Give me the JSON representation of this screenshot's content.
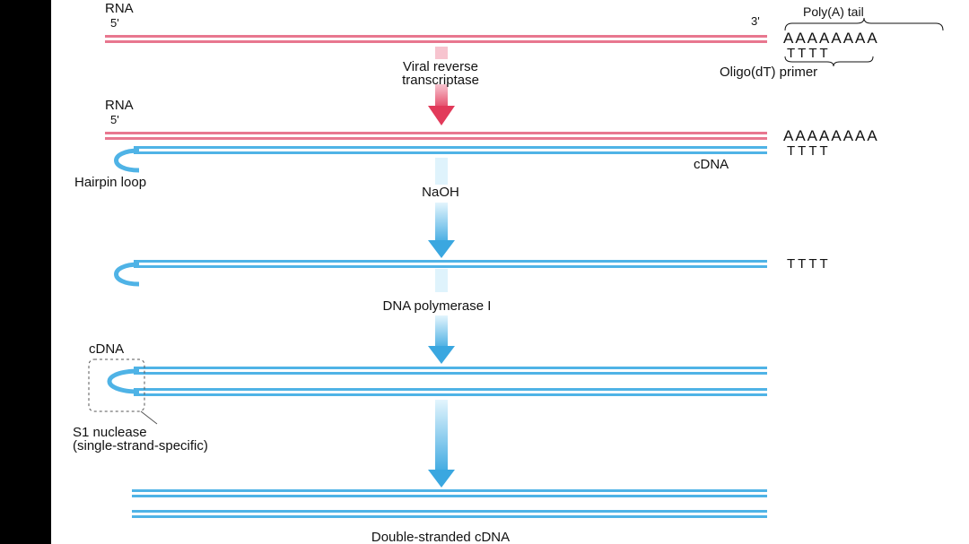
{
  "colors": {
    "background": "#ffffff",
    "frame": "#000000",
    "rna": "#e8778f",
    "dna": "#4fb3e6",
    "dna_light": "#bfe6f8",
    "arrow_red": "#e23a5a",
    "arrow_blue": "#3aa7e0",
    "text": "#111111"
  },
  "step1": {
    "rna_label": "RNA",
    "five_prime": "5'",
    "three_prime": "3'",
    "polya_label": "Poly(A) tail",
    "polya_seq": "AAAAAAAA",
    "primer_seq": "TTTT",
    "primer_label": "Oligo(dT) primer"
  },
  "enzyme1": {
    "line1": "Viral reverse",
    "line2": "transcriptase"
  },
  "step2": {
    "rna_label": "RNA",
    "five_prime": "5'",
    "polya_seq": "AAAAAAAA",
    "primer_seq": "TTTT",
    "cdna_label": "cDNA",
    "hairpin_label": "Hairpin loop"
  },
  "enzyme2": {
    "label": "NaOH"
  },
  "step3": {
    "primer_seq": "TTTT"
  },
  "enzyme3": {
    "label": "DNA polymerase I"
  },
  "step4": {
    "cdna_label": "cDNA",
    "nuclease_line1": "S1 nuclease",
    "nuclease_line2": "(single-strand-specific)"
  },
  "final": {
    "label": "Double-stranded cDNA"
  }
}
